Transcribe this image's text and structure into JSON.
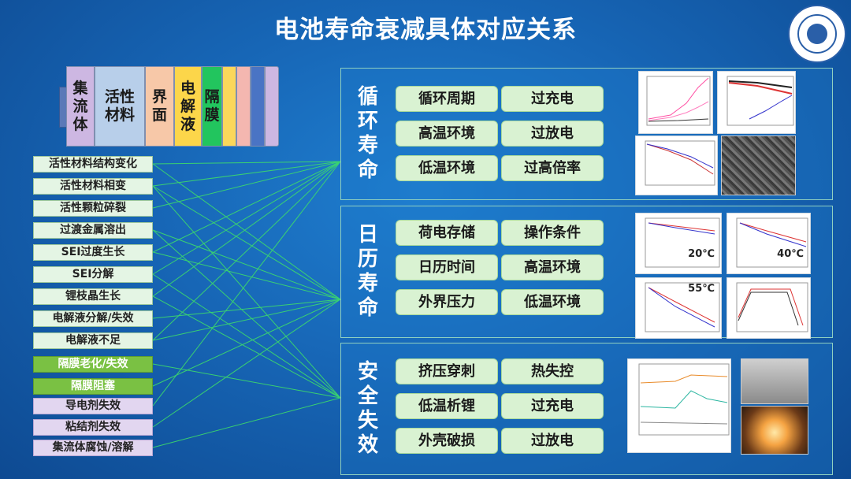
{
  "title": "电池寿命衰减具体对应关系",
  "battery": {
    "segments": [
      "集流体",
      "活性材料",
      "界面",
      "电解液",
      "隔膜",
      "",
      "",
      "",
      ""
    ],
    "colors": [
      "#cdb7e2",
      "#b8cfea",
      "#f7c8a8",
      "#fcd64a",
      "#22c55e",
      "#fbd75a",
      "#f4b7b0",
      "#4a74c4",
      "#cdb7e2"
    ]
  },
  "mechanisms": [
    {
      "label": "活性材料结构变化",
      "style": "normal"
    },
    {
      "label": "活性材料相变",
      "style": "normal"
    },
    {
      "label": "活性颗粒碎裂",
      "style": "normal"
    },
    {
      "label": "过渡金属溶出",
      "style": "normal"
    },
    {
      "label": "SEI过度生长",
      "style": "normal"
    },
    {
      "label": "SEI分解",
      "style": "normal"
    },
    {
      "label": "锂枝晶生长",
      "style": "normal"
    },
    {
      "label": "电解液分解/失效",
      "style": "normal"
    },
    {
      "label": "电解液不足",
      "style": "normal"
    },
    {
      "label": "隔膜老化/失效",
      "style": "green"
    },
    {
      "label": "隔膜阻塞",
      "style": "green"
    },
    {
      "label": "导电剂失效",
      "style": "purple"
    },
    {
      "label": "粘结剂失效",
      "style": "purple"
    },
    {
      "label": "集流体腐蚀/溶解",
      "style": "purple"
    }
  ],
  "sections": [
    {
      "title": "循环寿命",
      "items": [
        "循环周期",
        "过充电",
        "高温环境",
        "过放电",
        "低温环境",
        "过高倍率"
      ]
    },
    {
      "title": "日历寿命",
      "items": [
        "荷电存储",
        "操作条件",
        "日历时间",
        "高温环境",
        "外界压力",
        "低温环境"
      ]
    },
    {
      "title": "安全失效",
      "items": [
        "挤压穿刺",
        "热失控",
        "低温析锂",
        "过充电",
        "外壳破损",
        "过放电"
      ]
    }
  ],
  "figure_labels": {
    "temps": [
      "20℃",
      "40℃",
      "55℃"
    ]
  },
  "colors": {
    "line": "#3ddc6a",
    "background": "#1766b6"
  }
}
